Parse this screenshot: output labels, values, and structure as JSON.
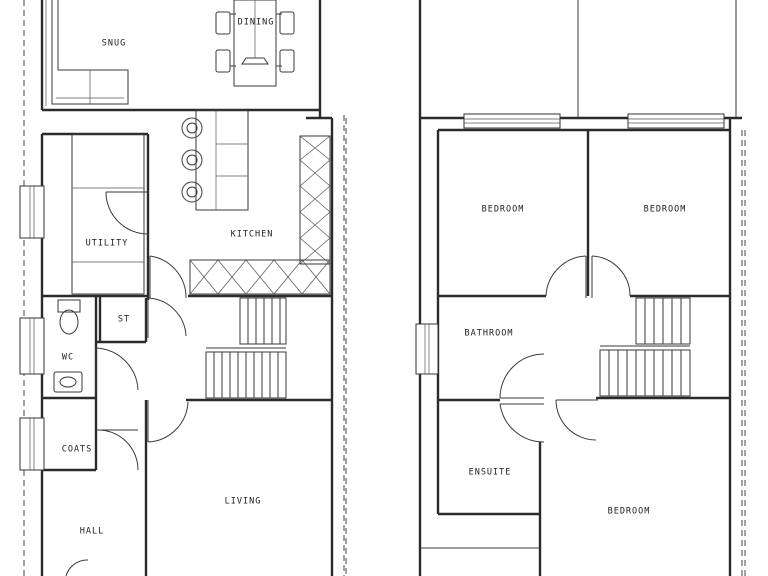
{
  "rooms": {
    "snug": "SNUG",
    "dining": "DINING",
    "kitchen": "KITCHEN",
    "utility": "UTILITY",
    "st": "ST",
    "wc": "WC",
    "coats": "COATS",
    "hall": "HALL",
    "living": "LIVING",
    "bedroom_1": "BEDROOM",
    "bedroom_2": "BEDROOM",
    "bathroom": "BATHROOM",
    "ensuite": "ENSUITE",
    "bedroom_3": "BEDROOM"
  }
}
